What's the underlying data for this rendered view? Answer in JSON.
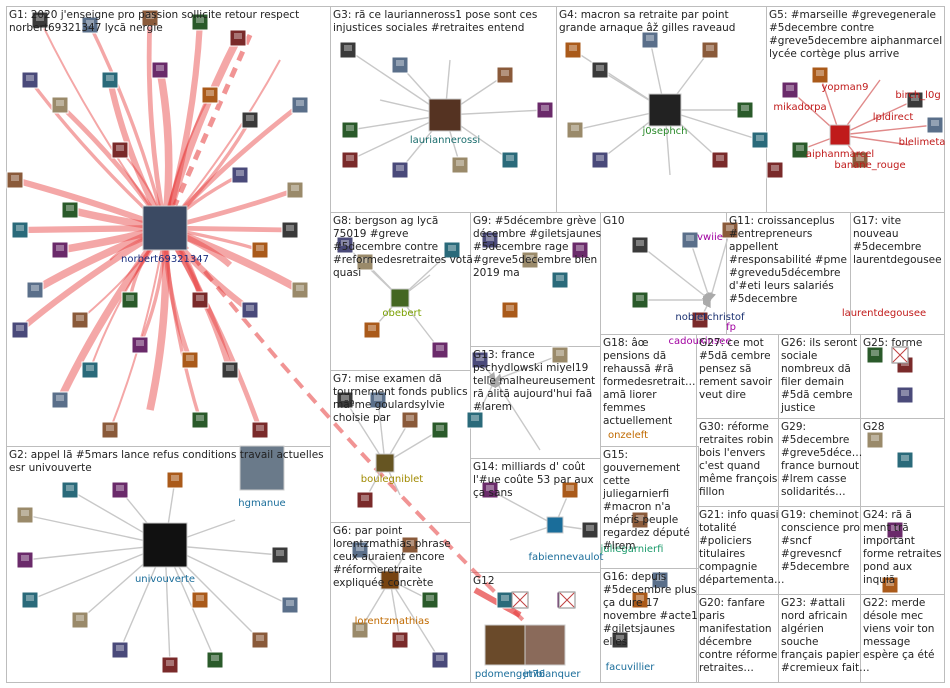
{
  "groups": [
    {
      "id": "G1",
      "lines": [
        "G1: 2020 j'enseigne pro passion sollicite retour respect",
        "norbert69321347 lycã nergie"
      ]
    },
    {
      "id": "G2",
      "lines": [
        "G2: appel lã #5mars lance refus conditions travail actuelles",
        "esr univouverte"
      ]
    },
    {
      "id": "G3",
      "lines": [
        "G3: rã ce laurianneross1 pose sont ces",
        "injustices sociales #retraites entend"
      ]
    },
    {
      "id": "G4",
      "lines": [
        "G4: macron sa retraite par point",
        "grande arnaque âž gilles raveaud"
      ]
    },
    {
      "id": "G5",
      "lines": [
        "G5: #marseille #grevegenerale",
        "#5decembre contre",
        "#greve5decembre aiphanmarcel",
        "lycée cortège plus arrive"
      ]
    },
    {
      "id": "G6",
      "lines": [
        "G6: par point",
        "lorentzmathias phrase",
        "ceux auraient encore",
        "#réformeretraite",
        "expliquée concrète"
      ]
    },
    {
      "id": "G7",
      "lines": [
        "G7: mise examen dã",
        "tournement fonds publics",
        "mãªme goulardsylvie",
        "choisie par"
      ]
    },
    {
      "id": "G8",
      "lines": [
        "G8: bergson ag lycã",
        "75019 #greve",
        "#5decembre contre",
        "#reformedesretraites votã",
        "quasi"
      ]
    },
    {
      "id": "G9",
      "lines": [
        "G9: #5décembre grève",
        "décembre #giletsjaunes",
        "#5decembre rage",
        "#greve5decembre bien",
        "2019 ma"
      ]
    },
    {
      "id": "G10",
      "lines": [
        "G10"
      ]
    },
    {
      "id": "G11",
      "lines": [
        "G11: croissanceplus",
        "#entrepreneurs",
        "appellent",
        "#responsabilité #pme",
        "#grevedu5décembre",
        "d'#eti leurs salariés",
        "#5decembre"
      ]
    },
    {
      "id": "G12",
      "lines": [
        "G12"
      ]
    },
    {
      "id": "G13",
      "lines": [
        "G13: france",
        "pschydlowski miyel19",
        "telle malheureusement",
        "rã alitã aujourd'hui faã",
        "#larem"
      ]
    },
    {
      "id": "G14",
      "lines": [
        "G14: milliards d' coût",
        "l'#ue coûte 53 par aux",
        "ça sans"
      ]
    },
    {
      "id": "G15",
      "lines": [
        "G15:",
        "gouvernement",
        "cette",
        "juliegarnierfi",
        "#macron n'a",
        "mépris peuple",
        "regardez député",
        "#lrem"
      ]
    },
    {
      "id": "G16",
      "lines": [
        "G16: depuis",
        "#5decembre plus",
        "ça dure 17",
        "novembre #acte1",
        "#giletsjaunes",
        "elles"
      ]
    },
    {
      "id": "G17",
      "lines": [
        "G17: vite",
        "nouveau",
        "#5decembre",
        "laurentdegousee"
      ]
    },
    {
      "id": "G18",
      "lines": [
        "G18: âœ",
        "pensions dã",
        "rehaussã #rã",
        "formedesretrait…",
        "amã liorer",
        "femmes",
        "actuellement"
      ]
    },
    {
      "id": "G19",
      "lines": [
        "G19: cheminot",
        "conscience pro",
        "#sncf",
        "#grevesncf",
        "#5decembre"
      ]
    },
    {
      "id": "G20",
      "lines": [
        "G20: fanfare",
        "paris",
        "manifestation",
        "décembre",
        "contre réforme",
        "retraites…"
      ]
    },
    {
      "id": "G21",
      "lines": [
        "G21: info quasi",
        "totalité",
        "#policiers",
        "titulaires",
        "compagnie",
        "départementa…"
      ]
    },
    {
      "id": "G22",
      "lines": [
        "G22: merde",
        "désole mec",
        "viens voir ton",
        "message",
        "espère ça été"
      ]
    },
    {
      "id": "G23",
      "lines": [
        "G23: #attali",
        "nord africain",
        "algérien",
        "souche",
        "français papier",
        "#cremieux fait…"
      ]
    },
    {
      "id": "G24",
      "lines": [
        "G24: rã ã",
        "ment trã",
        "important",
        "forme retraites",
        "pond aux",
        "inquiã"
      ]
    },
    {
      "id": "G25",
      "lines": [
        "G25: forme"
      ]
    },
    {
      "id": "G26",
      "lines": [
        "G26: ils seront",
        "sociale",
        "nombreux dã",
        "filer demain",
        "#5dã cembre",
        "justice"
      ]
    },
    {
      "id": "G27",
      "lines": [
        "G27: ce mot",
        "#5dã cembre",
        "pensez sã",
        "rement savoir",
        "veut dire"
      ]
    },
    {
      "id": "G28",
      "lines": [
        "G28"
      ]
    },
    {
      "id": "G29",
      "lines": [
        "G29:",
        "#5decembre",
        "#greve5déce…",
        "france burnout",
        "#lrem casse",
        "solidarités…"
      ]
    },
    {
      "id": "G30",
      "lines": [
        "G30: réforme",
        "retraites robin",
        "bois l'envers",
        "c'est quand",
        "même françois",
        "fillon"
      ]
    }
  ],
  "nodes": [
    {
      "label": "norbert69321347",
      "color": "#1a2f80"
    },
    {
      "label": "univouverte",
      "color": "#1a6d9a"
    },
    {
      "label": "hgmanue",
      "color": "#1a6d9a"
    },
    {
      "label": "lauriannerossi",
      "color": "#1a6d6d"
    },
    {
      "label": "j0sephch",
      "color": "#2a8a2a"
    },
    {
      "label": "yopman9",
      "color": "#c01a1a"
    },
    {
      "label": "birch_l0g",
      "color": "#c01a1a"
    },
    {
      "label": "mikadorpa",
      "color": "#c01a1a"
    },
    {
      "label": "lpldirect",
      "color": "#c01a1a"
    },
    {
      "label": "blelimeta",
      "color": "#c01a1a"
    },
    {
      "label": "aiphanmarcel",
      "color": "#c01a1a"
    },
    {
      "label": "banane_rouge",
      "color": "#c01a1a"
    },
    {
      "label": "lorentzmathias",
      "color": "#c06a00"
    },
    {
      "label": "boulegniblet",
      "color": "#a08a00"
    },
    {
      "label": "obebert",
      "color": "#7aa000"
    },
    {
      "label": "vwiie",
      "color": "#a000a0"
    },
    {
      "label": "nobletchristof",
      "color": "#1a3070"
    },
    {
      "label": "fabiennevaulot",
      "color": "#1a6d9a"
    },
    {
      "label": "onzeleft",
      "color": "#c06a00"
    },
    {
      "label": "pdomenget76",
      "color": "#1a6d9a"
    },
    {
      "label": "jmblanquer",
      "color": "#1a6d9a"
    },
    {
      "label": "facuvillier",
      "color": "#1a6d9a"
    },
    {
      "label": "juliegarnierfi",
      "color": "#1a9a6a"
    },
    {
      "label": "laurentdegousee",
      "color": "#c01a1a"
    },
    {
      "label": "cadouxinsee",
      "color": "#a000a0"
    },
    {
      "label": "fp",
      "color": "#a000a0"
    }
  ]
}
